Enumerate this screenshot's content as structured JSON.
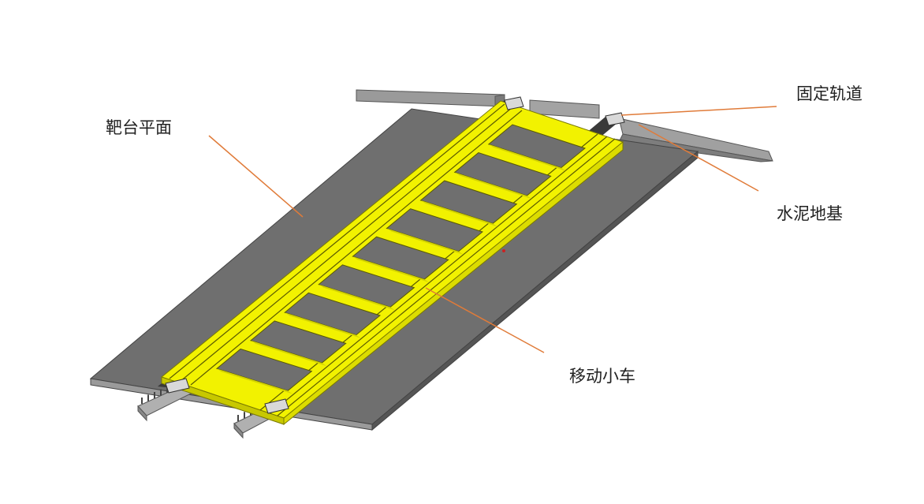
{
  "labels": {
    "target_platform": "靶台平面",
    "fixed_rail": "固定轨道",
    "concrete_foundation": "水泥地基",
    "moving_cart": "移动小车"
  },
  "colors": {
    "leader_line": "#e07b39",
    "cart_yellow": "#f2f200",
    "cart_yellow_dark": "#c8c800",
    "platform_top": "#6f6f6f",
    "platform_edge": "#9a9a9a",
    "foundation": "#8c8c8c",
    "rail_dark": "#3a3a3a",
    "accent_dot": "#cc2222"
  },
  "cart": {
    "cross_members": 9
  }
}
